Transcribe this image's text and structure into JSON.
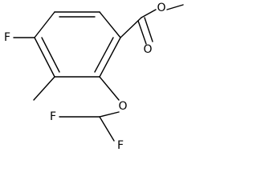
{
  "molecule": {
    "atoms": {
      "fluorine_ring": "F",
      "carbonyl_oxygen": "O",
      "ester_oxygen": "O",
      "ether_oxygen": "O",
      "fluorine_left": "F",
      "fluorine_right": "F"
    },
    "colors": {
      "bond": "#000000",
      "label": "#000000",
      "background": "#ffffff"
    }
  }
}
